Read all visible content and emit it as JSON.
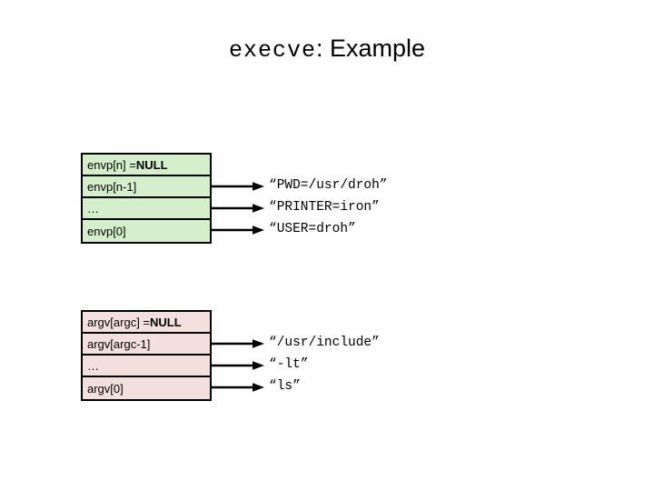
{
  "slide": {
    "title_mono": "execve",
    "title_rest": ": Example",
    "background": "#ffffff",
    "text_color": "#000000"
  },
  "envp_array": {
    "name": "envp",
    "fill_color": "#d5efcc",
    "border_color": "#000000",
    "cells": [
      {
        "prefix": "envp[n] = ",
        "emphasis": "NULL"
      },
      {
        "prefix": "envp[n-1]",
        "emphasis": ""
      },
      {
        "prefix": "…",
        "emphasis": ""
      },
      {
        "prefix": "envp[0]",
        "emphasis": ""
      }
    ],
    "strings": [
      "“PWD=/usr/droh”",
      "“PRINTER=iron”",
      "“USER=droh”"
    ]
  },
  "argv_array": {
    "name": "argv",
    "fill_color": "#f3dfdd",
    "border_color": "#000000",
    "cells": [
      {
        "prefix": "argv[argc] = ",
        "emphasis": "NULL"
      },
      {
        "prefix": "argv[argc-1]",
        "emphasis": ""
      },
      {
        "prefix": "…",
        "emphasis": ""
      },
      {
        "prefix": "argv[0]",
        "emphasis": ""
      }
    ],
    "strings": [
      "“/usr/include”",
      "“-lt”",
      "“ls”"
    ]
  }
}
